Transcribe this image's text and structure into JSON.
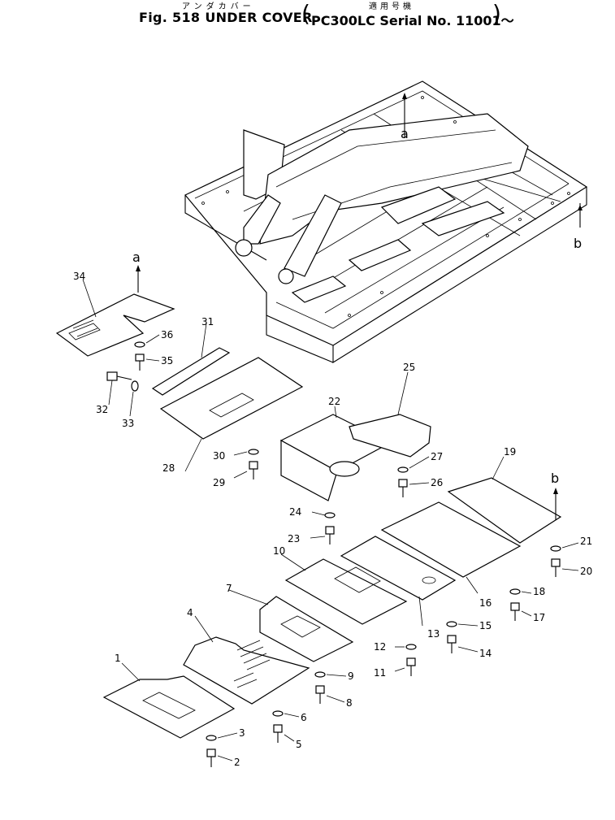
{
  "header": {
    "kana": "アンダカバー",
    "kanji": "適用号機",
    "fig": "Fig. 518",
    "name": "UNDER COVER",
    "open_paren": "(",
    "serial": "PC300LC Serial No. 11001～",
    "close_paren": ")"
  },
  "letters": {
    "a_top": "a",
    "a_left": "a",
    "b_right": "b",
    "b_lower": "b"
  },
  "callouts": [
    "1",
    "2",
    "3",
    "4",
    "5",
    "6",
    "7",
    "8",
    "9",
    "10",
    "11",
    "12",
    "13",
    "14",
    "15",
    "16",
    "17",
    "18",
    "19",
    "20",
    "21",
    "22",
    "23",
    "24",
    "25",
    "26",
    "27",
    "28",
    "29",
    "30",
    "31",
    "32",
    "33",
    "34",
    "35",
    "36"
  ]
}
